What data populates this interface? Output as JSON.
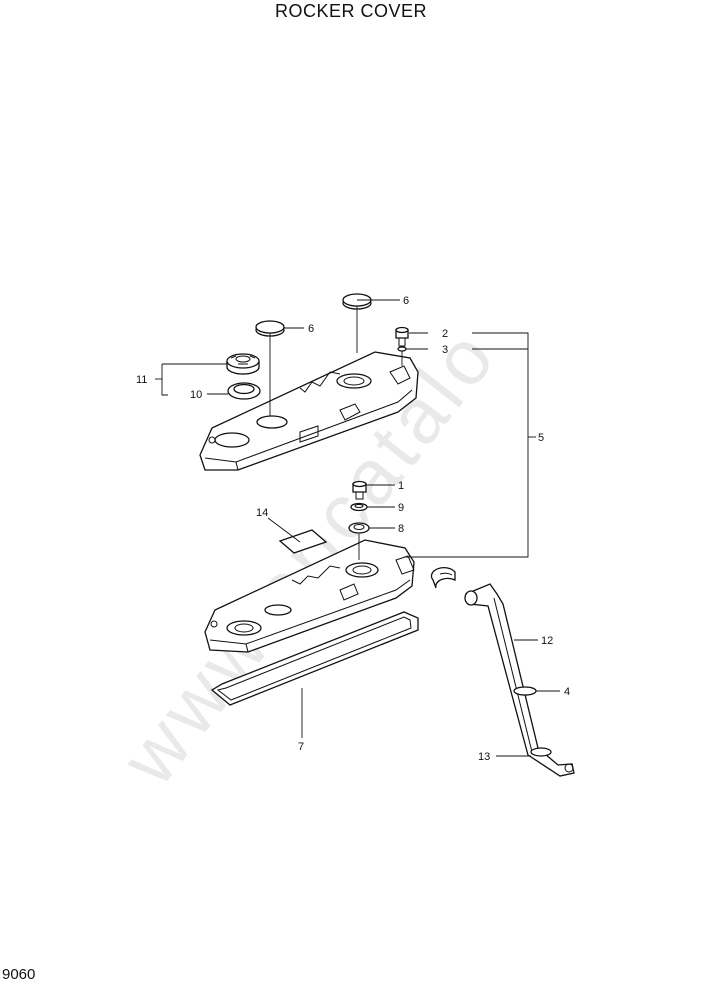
{
  "title": "ROCKER COVER",
  "page_code": "9060",
  "callouts": [
    "1",
    "2",
    "3",
    "4",
    "5",
    "6",
    "6",
    "7",
    "8",
    "9",
    "10",
    "11",
    "12",
    "13",
    "14"
  ]
}
